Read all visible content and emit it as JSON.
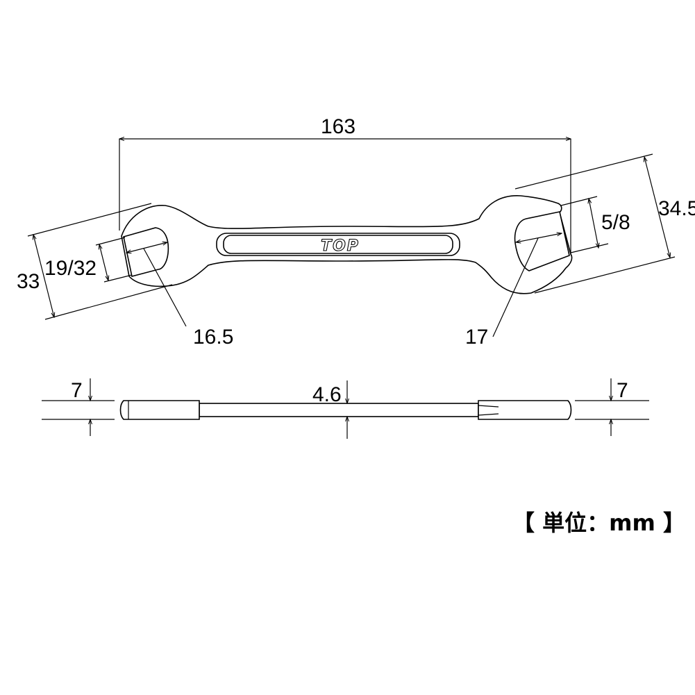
{
  "logo": "TOP",
  "top_view": {
    "overall_length": "163",
    "right_head_width": "34.5",
    "right_opening_inch": "5/8",
    "left_head_width": "33",
    "left_opening_inch": "19/32",
    "left_opening_mm": "16.5",
    "right_opening_mm": "17"
  },
  "side_view": {
    "left_head_thickness": "7",
    "shaft_thickness": "4.6",
    "right_head_thickness": "7"
  },
  "unit_label": "【 単位：mm 】"
}
